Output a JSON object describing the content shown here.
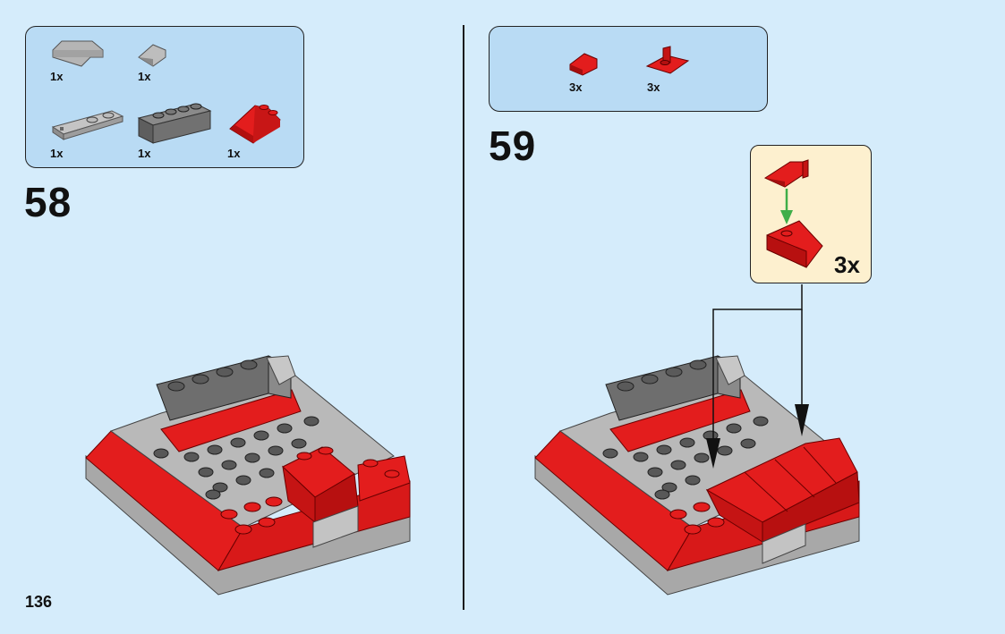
{
  "page_number": "136",
  "step58": {
    "number": "58",
    "parts": [
      {
        "name": "gray-corner-plate",
        "qty": "1x"
      },
      {
        "name": "gray-slope-small",
        "qty": "1x"
      },
      {
        "name": "gray-plate-1x4-studs",
        "qty": "1x"
      },
      {
        "name": "dark-gray-brick-1x4",
        "qty": "1x"
      },
      {
        "name": "red-slope-2x2",
        "qty": "1x"
      }
    ]
  },
  "step59": {
    "number": "59",
    "parts": [
      {
        "name": "red-slope-1x1",
        "qty": "3x"
      },
      {
        "name": "red-slope-inverted",
        "qty": "3x"
      }
    ],
    "callout_qty": "3x"
  },
  "colors": {
    "background": "#d5ecfb",
    "parts_box": "#b9dbf4",
    "callout": "#fdf0cf",
    "brick_red": "#e31d1d",
    "brick_gray": "#a9a9a9",
    "brick_dark_gray": "#6d6d6d",
    "arrow_green": "#3fae49"
  }
}
